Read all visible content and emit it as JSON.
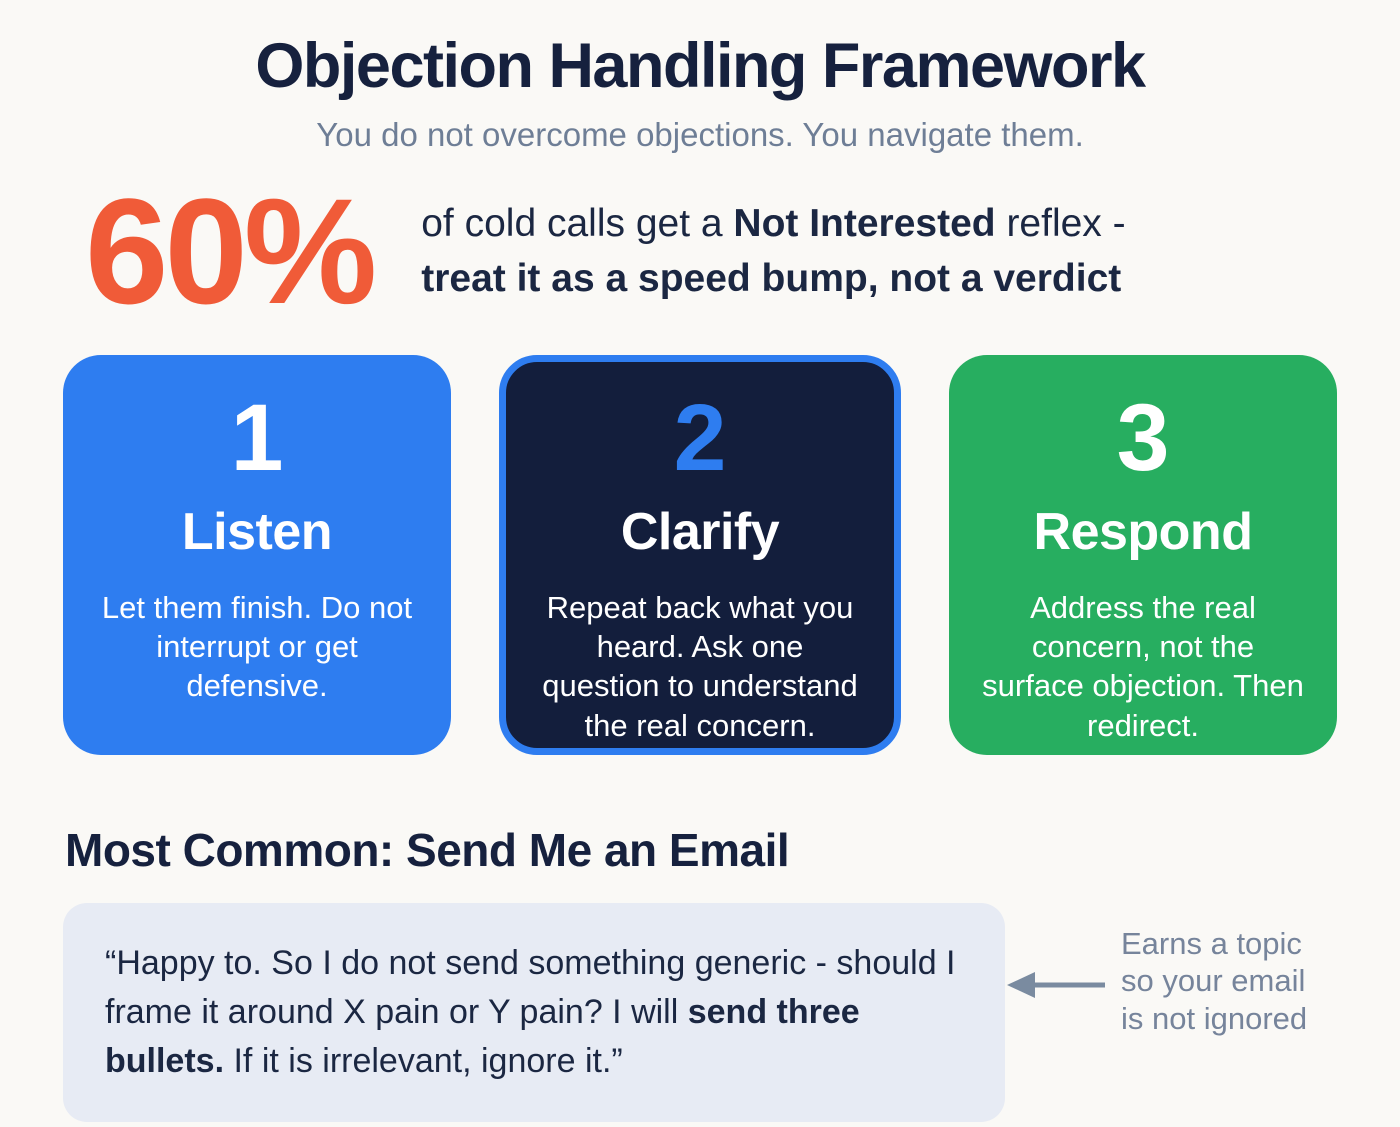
{
  "page": {
    "title": "Objection Handling Framework",
    "subtitle": "You do not overcome objections. You navigate them."
  },
  "stat": {
    "value": "60%",
    "line1_pre": "of cold calls get a ",
    "line1_bold": "Not Interested",
    "line1_post": " reflex -",
    "line2_bold": "treat it as a speed bump, not a verdict"
  },
  "cards": [
    {
      "number": "1",
      "title": "Listen",
      "body": "Let them finish. Do not interrupt or get defensive."
    },
    {
      "number": "2",
      "title": "Clarify",
      "body": "Repeat back what you heard. Ask one question to understand the real concern."
    },
    {
      "number": "3",
      "title": "Respond",
      "body": "Address the real concern, not the surface objection. Then redirect."
    }
  ],
  "section": {
    "heading": "Most Common: Send Me an Email",
    "quote_pre": "“Happy to. So I do not send something generic - should I frame it around X pain or Y pain? I will ",
    "quote_bold": "send three bullets.",
    "quote_post": " If it is irrelevant, ignore it.”",
    "annotation_line1": "Earns a topic",
    "annotation_line2": "so your email",
    "annotation_line3": "is not ignored"
  },
  "icons": {
    "arrow_left": "left-arrow"
  },
  "colors": {
    "accent_orange": "#F05B38",
    "card_blue": "#2E7DF0",
    "card_navy_bg": "#131E3C",
    "card_green": "#27AE60",
    "heading_navy": "#16213E",
    "subtitle_gray": "#6E7E96",
    "quote_box_bg": "#E7EBF4",
    "annotation_gray": "#76849B",
    "background": "#FAF9F6"
  }
}
